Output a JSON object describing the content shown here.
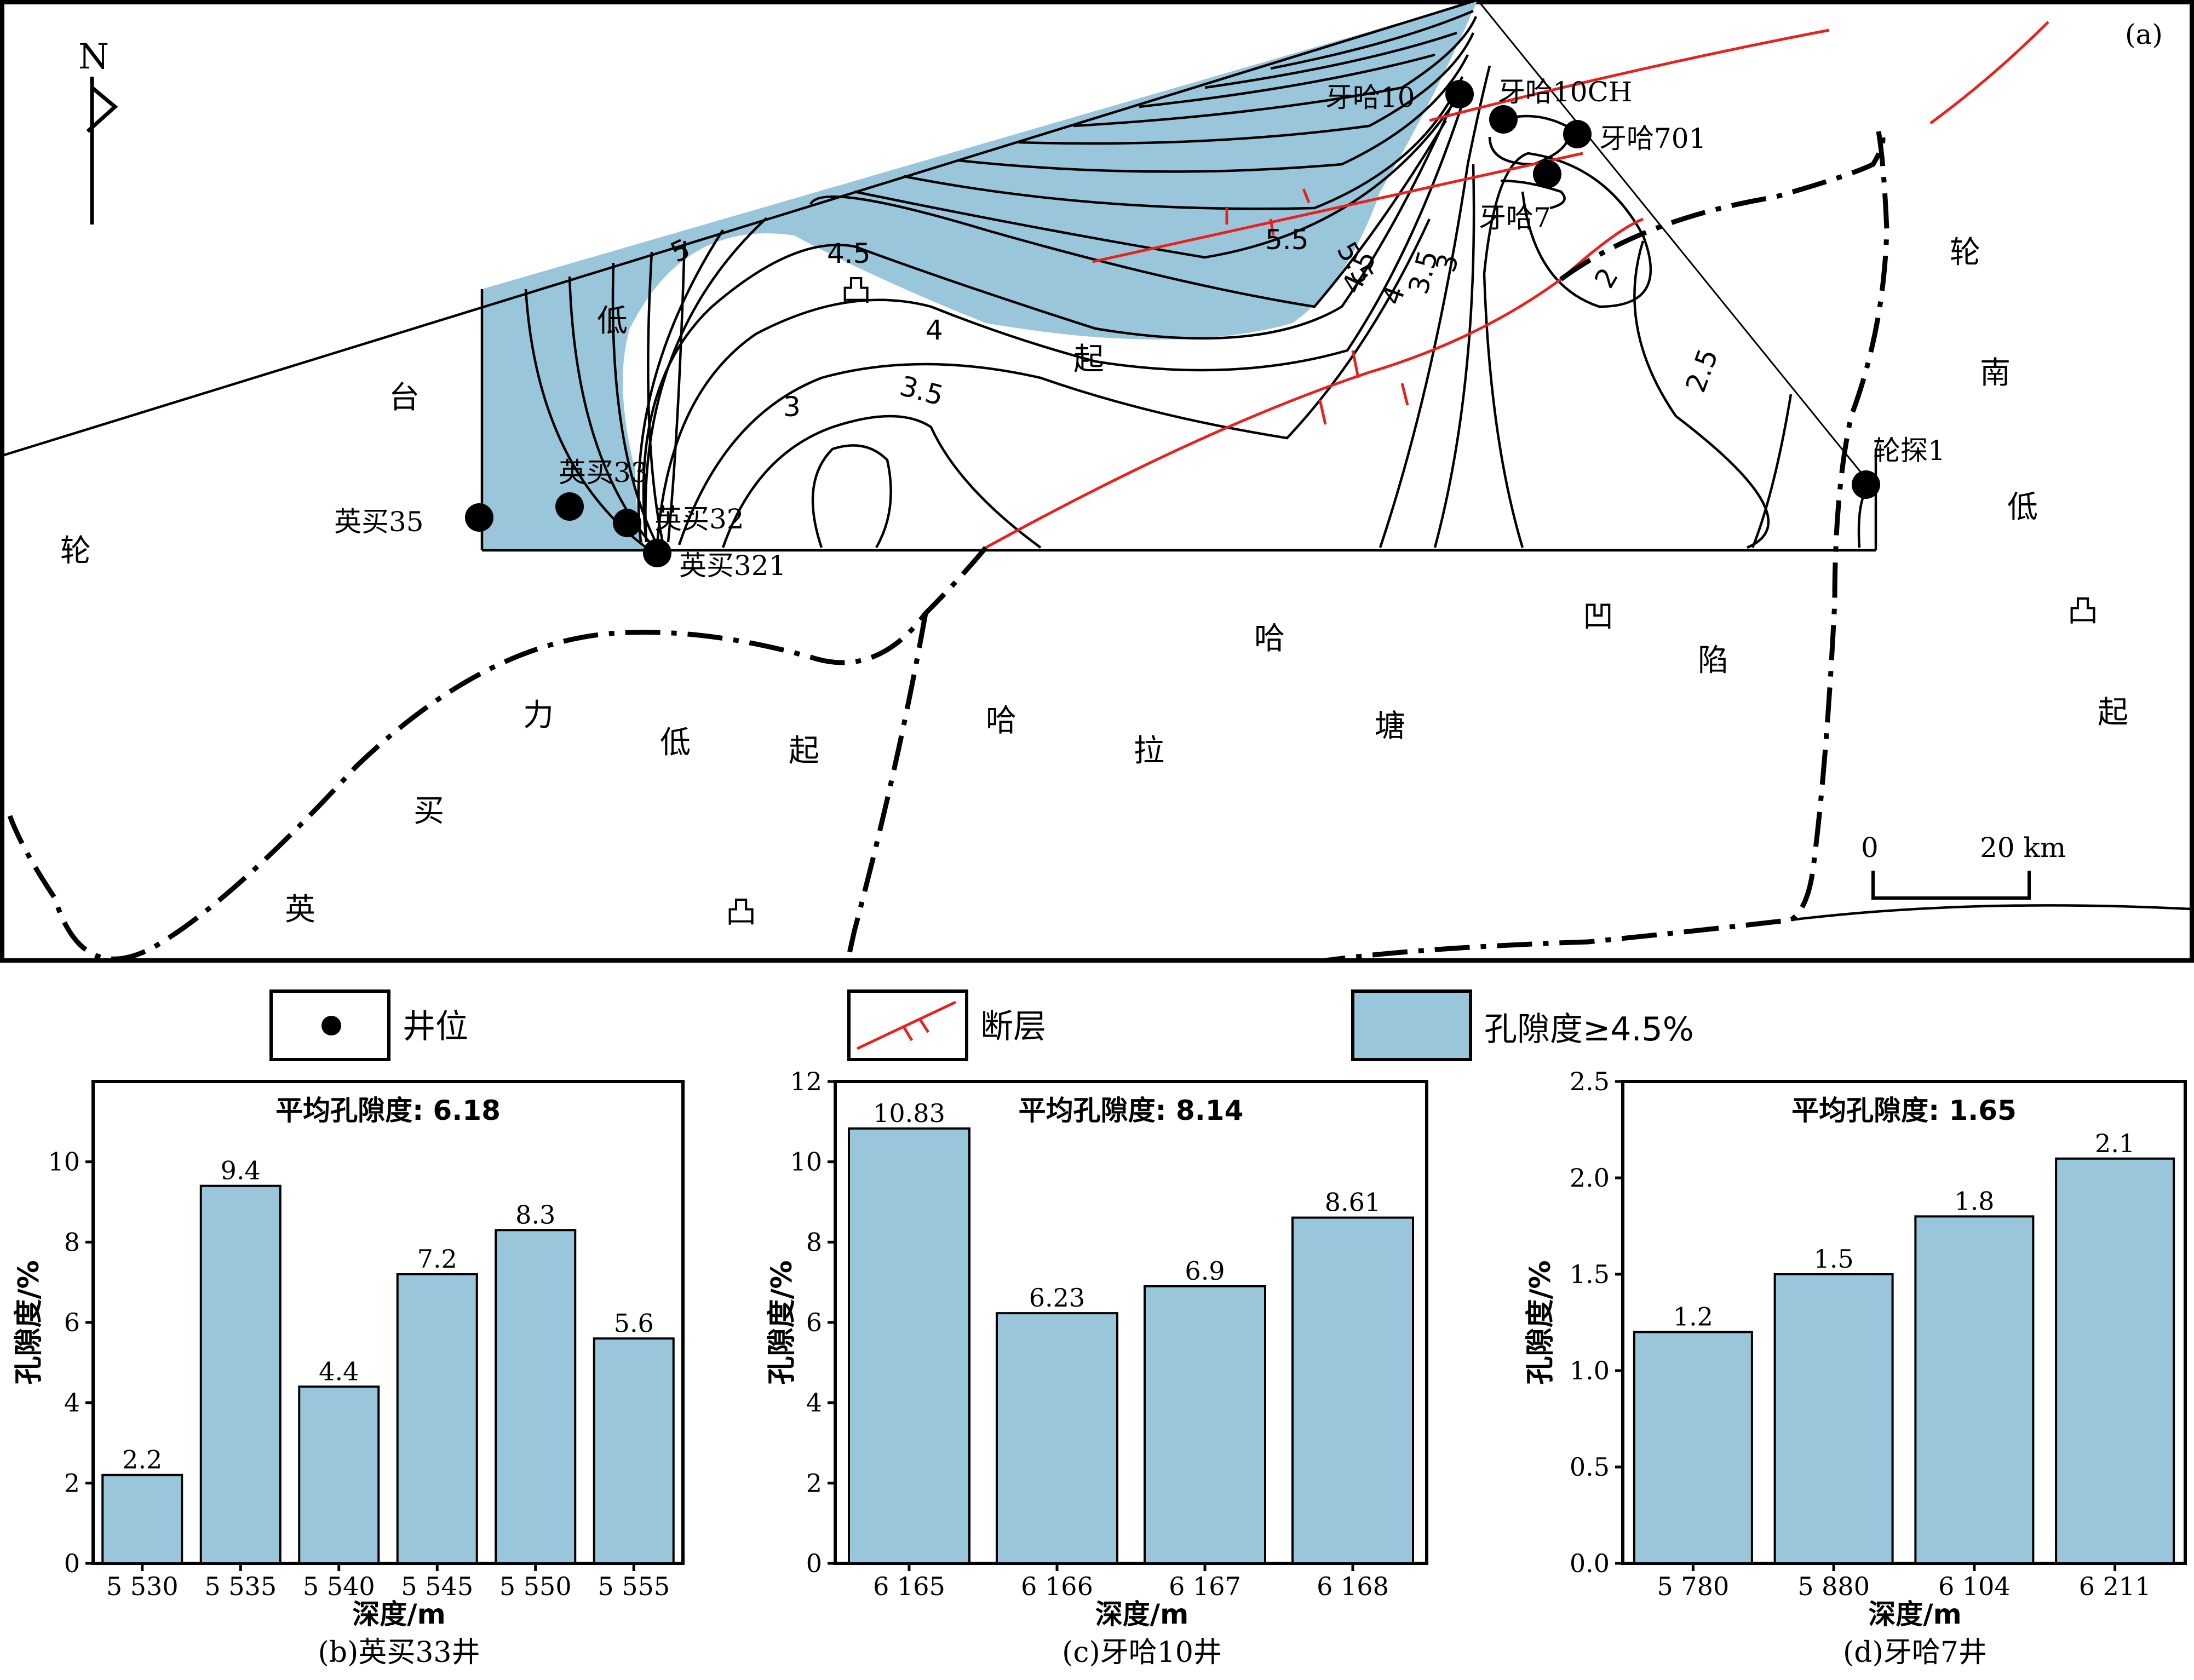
{
  "map": {
    "panel_label": "(a)",
    "north_label": "N",
    "scale": {
      "zero": "0",
      "distance": "20 km"
    },
    "region_chars": [
      "台",
      "低",
      "起",
      "凸",
      "轮",
      "轮",
      "南",
      "低",
      "凸",
      "起",
      "哈",
      "凹",
      "陷",
      "力",
      "低",
      "起",
      "哈",
      "拉",
      "塘",
      "买",
      "英",
      "凸"
    ],
    "contour_labels": [
      "5",
      "4.5",
      "4",
      "3.5",
      "3",
      "5.5",
      "5.5",
      "4.5",
      "4",
      "3.5",
      "3",
      "2",
      "2.5"
    ],
    "wells": [
      "牙哈10",
      "牙哈10CH",
      "牙哈701",
      "牙哈7",
      "英买33",
      "英买35",
      "英买32",
      "英买321",
      "轮探1"
    ]
  },
  "legend": {
    "well": "井位",
    "fault": "断层",
    "porosity": "孔隙度≥4.5%",
    "fill_color": "#9ac6db",
    "fault_color": "#e8211c"
  },
  "chart_data": [
    {
      "type": "bar",
      "caption": "(b)英买33井",
      "title": "平均孔隙度: 6.18",
      "xlabel": "深度/m",
      "ylabel": "孔隙度/%",
      "ylim": [
        0,
        12
      ],
      "yticks": [
        "0",
        "2",
        "4",
        "6",
        "8",
        "10"
      ],
      "categories": [
        "5 530",
        "5 535",
        "5 540",
        "5 545",
        "5 550",
        "5 555"
      ],
      "values": [
        2.2,
        9.4,
        4.4,
        7.2,
        8.3,
        5.6
      ],
      "value_labels": [
        "2.2",
        "9.4",
        "4.4",
        "7.2",
        "8.3",
        "5.6"
      ],
      "bar_color": "#9ac6db"
    },
    {
      "type": "bar",
      "caption": "(c)牙哈10井",
      "title": "平均孔隙度: 8.14",
      "xlabel": "深度/m",
      "ylabel": "孔隙度/%",
      "ylim": [
        0,
        12
      ],
      "yticks": [
        "0",
        "2",
        "4",
        "6",
        "8",
        "10",
        "12"
      ],
      "categories": [
        "6 165",
        "6 166",
        "6 167",
        "6 168"
      ],
      "values": [
        10.83,
        6.23,
        6.9,
        8.61
      ],
      "value_labels": [
        "10.83",
        "6.23",
        "6.9",
        "8.61"
      ],
      "bar_color": "#9ac6db"
    },
    {
      "type": "bar",
      "caption": "(d)牙哈7井",
      "title": "平均孔隙度: 1.65",
      "xlabel": "深度/m",
      "ylabel": "孔隙度/%",
      "ylim": [
        0,
        2.5
      ],
      "yticks": [
        "0.0",
        "0.5",
        "1.0",
        "1.5",
        "2.0",
        "2.5"
      ],
      "categories": [
        "5 780",
        "5 880",
        "6 104",
        "6 211"
      ],
      "values": [
        1.2,
        1.5,
        1.8,
        2.1
      ],
      "value_labels": [
        "1.2",
        "1.5",
        "1.8",
        "2.1"
      ],
      "bar_color": "#9ac6db"
    }
  ]
}
